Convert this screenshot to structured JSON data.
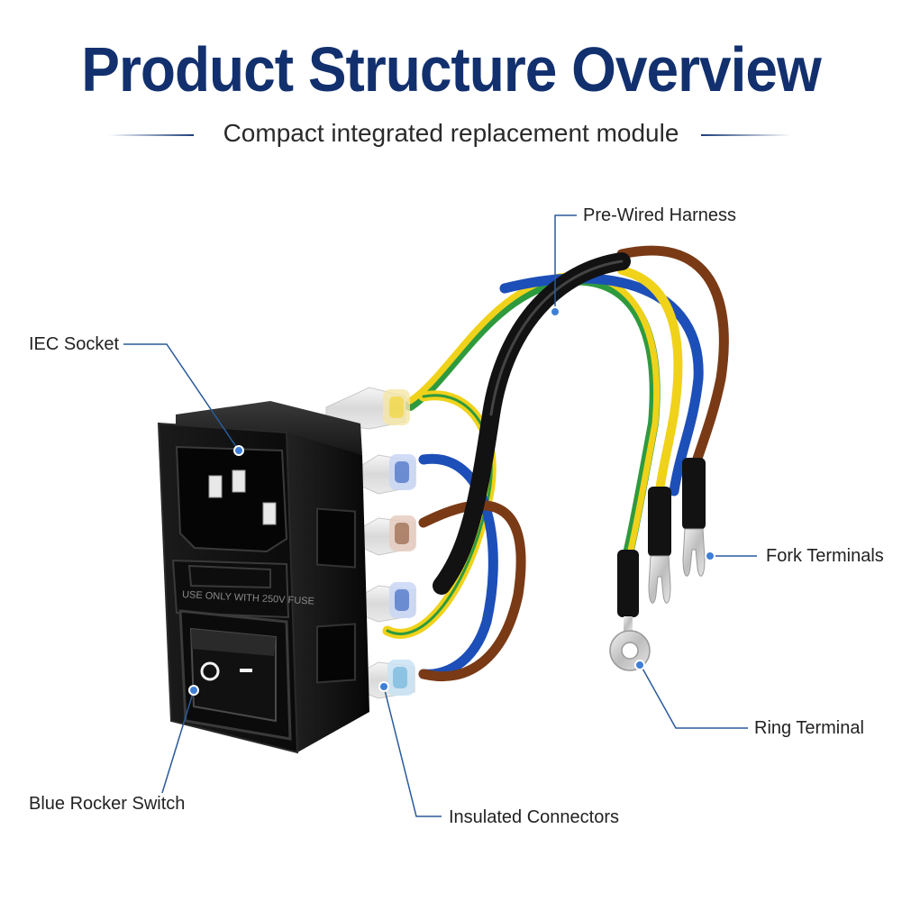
{
  "header": {
    "title": "Product Structure Overview",
    "subtitle": "Compact integrated replacement module"
  },
  "product": {
    "fuse_text": "USE ONLY WITH 250V FUSE",
    "switch_symbols": [
      "O",
      "—"
    ]
  },
  "callouts": {
    "pre_wired_harness": "Pre-Wired Harness",
    "iec_socket": "IEC Socket",
    "fork_terminals": "Fork Terminals",
    "ring_terminal": "Ring Terminal",
    "blue_rocker_switch": "Blue Rocker Switch",
    "insulated_connectors": "Insulated Connectors"
  },
  "colors": {
    "title": "#12306e",
    "callout_line": "#2a5a9a",
    "callout_dot": "#3f7ed6",
    "wire_brown": "#7a3a16",
    "wire_blue": "#1d4fb8",
    "wire_yellow": "#f0d21a",
    "wire_green": "#2e9a3e",
    "wire_black": "#121212"
  },
  "icons": {
    "power_symbol": "circle-off-symbol",
    "on_symbol": "line-on-symbol"
  }
}
